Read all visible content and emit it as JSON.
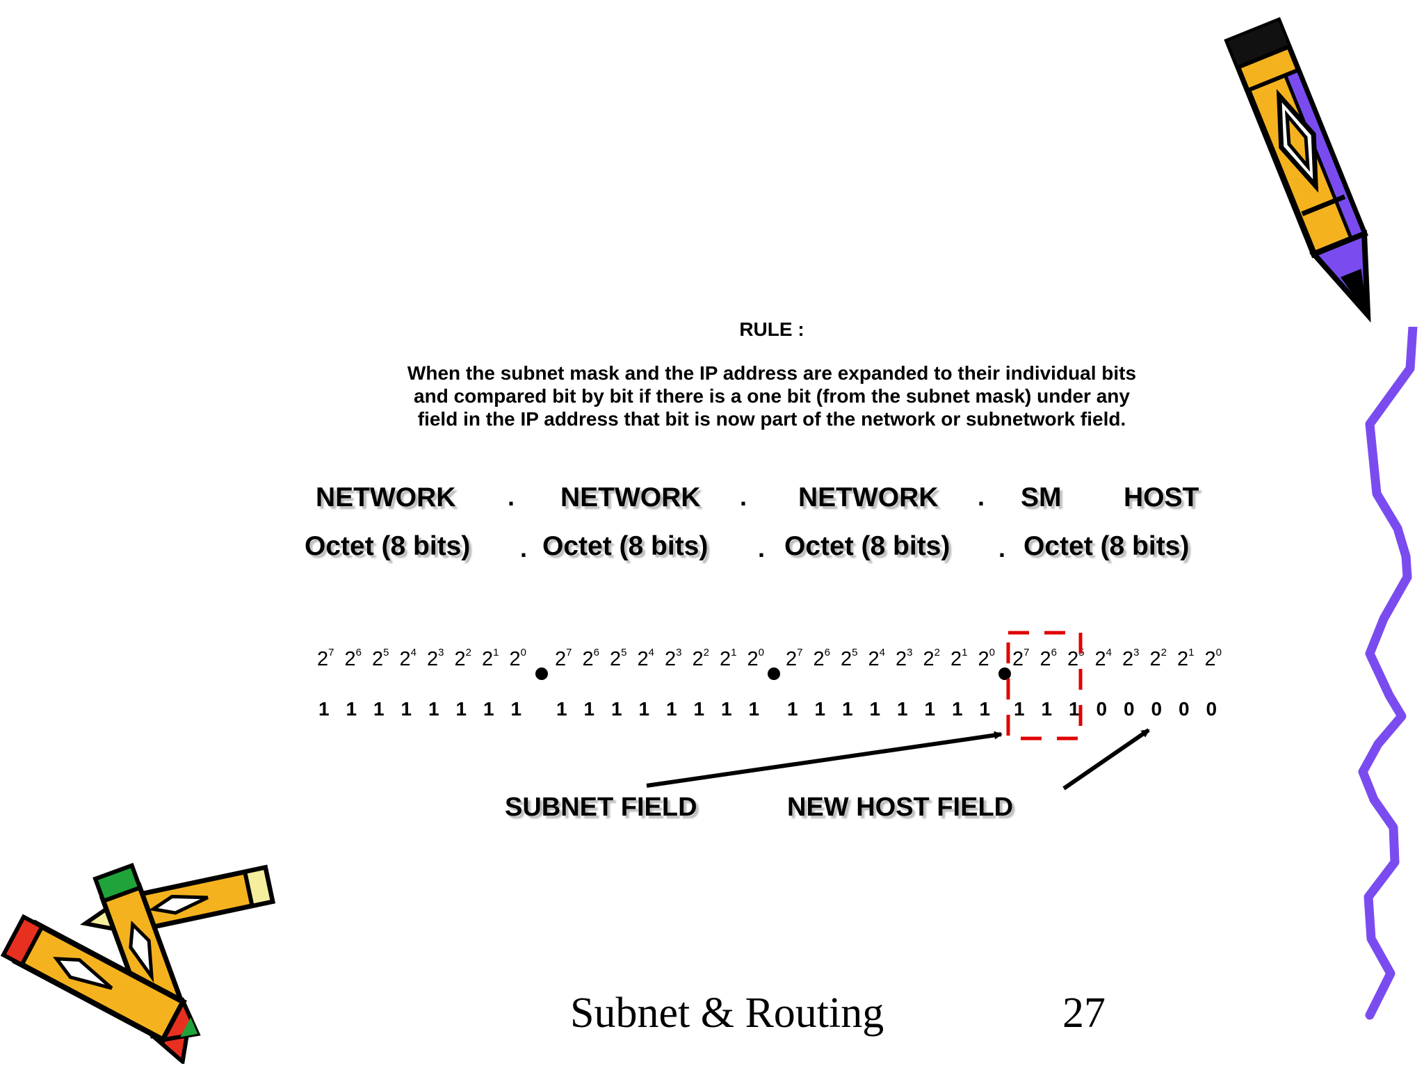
{
  "slide": {
    "rule_heading": "RULE :",
    "rule_lines": [
      "When the subnet mask and the IP address are expanded to their individual bits",
      "and compared bit by bit if there is a one bit (from the subnet mask) under any",
      "field in the IP address that bit is now part of the network or subnetwork field."
    ],
    "field_headers": [
      "NETWORK",
      "NETWORK",
      "NETWORK",
      "SM",
      "HOST"
    ],
    "octet_labels": [
      "Octet (8 bits)",
      "Octet (8 bits)",
      "Octet (8 bits)",
      "Octet (8 bits)"
    ],
    "dot": ".",
    "powers_base": "2",
    "powers": [
      "7",
      "6",
      "5",
      "4",
      "3",
      "2",
      "1",
      "0"
    ],
    "bits": [
      [
        "1",
        "1",
        "1",
        "1",
        "1",
        "1",
        "1",
        "1"
      ],
      [
        "1",
        "1",
        "1",
        "1",
        "1",
        "1",
        "1",
        "1"
      ],
      [
        "1",
        "1",
        "1",
        "1",
        "1",
        "1",
        "1",
        "1"
      ],
      [
        "1",
        "1",
        "1",
        "0",
        "0",
        "0",
        "0",
        "0"
      ]
    ],
    "subnet_field_label": "SUBNET FIELD",
    "new_host_field_label": "NEW HOST FIELD",
    "footer_title": "Subnet & Routing",
    "page_number": "27"
  },
  "colors": {
    "highlight_box": "#e00000",
    "pencil_yellow": "#f5b21f",
    "pencil_purple": "#7a4cf0",
    "squiggle": "#7a4cf0"
  },
  "icons": [
    "pencil-icon",
    "crossed-pencils-icon",
    "squiggle-border-icon"
  ]
}
